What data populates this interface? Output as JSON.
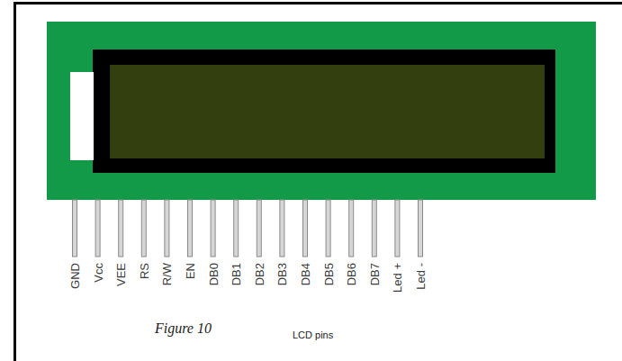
{
  "diagram": {
    "caption": "Figure 10",
    "labels": [
      "GND",
      "Vcc",
      "VEE",
      "RS",
      "R/W",
      "EN",
      "DB0",
      "DB1",
      "DB2",
      "DB3",
      "DB4",
      "DB5",
      "DB6",
      "DB7",
      "Led +",
      "Led -",
      "LCD pins"
    ]
  }
}
